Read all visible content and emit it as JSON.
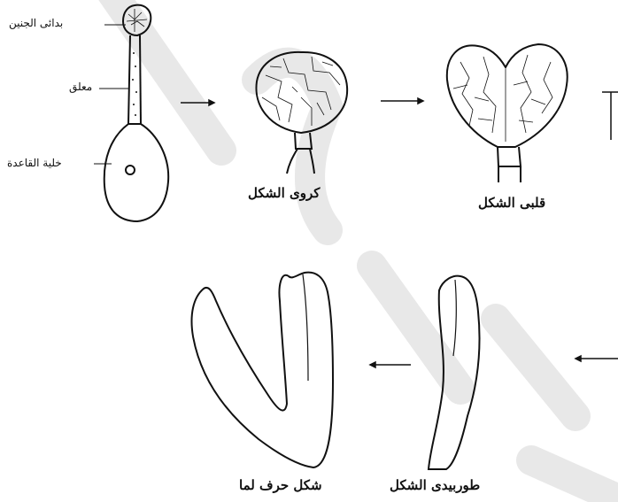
{
  "labels": {
    "proembryo": "بدائى الجنين",
    "suspensor": "معلق",
    "basal_cell": "خلية القاعدة"
  },
  "stages": {
    "globular": "كروى الشكل",
    "heart": "قلبى الشكل",
    "torpedo": "طوربيدى الشكل",
    "u_shape": "شكل حرف لما"
  },
  "colors": {
    "ink": "#111111",
    "watermark": "#e6e6e6"
  }
}
